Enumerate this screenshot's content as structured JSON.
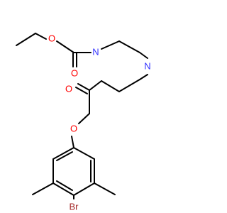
{
  "molecule": {
    "atoms": {
      "ester_carbonyl_o": "O",
      "ester_ether_o": "O",
      "piperazine_n_right": "N",
      "piperazine_n_left": "N",
      "amide_o": "O",
      "ether_o": "O",
      "bromine": "Br"
    },
    "colors": {
      "bond": "#000000",
      "oxygen": "#ff0000",
      "nitrogen": "#3333ff",
      "bromine": "#a52a2a"
    }
  }
}
